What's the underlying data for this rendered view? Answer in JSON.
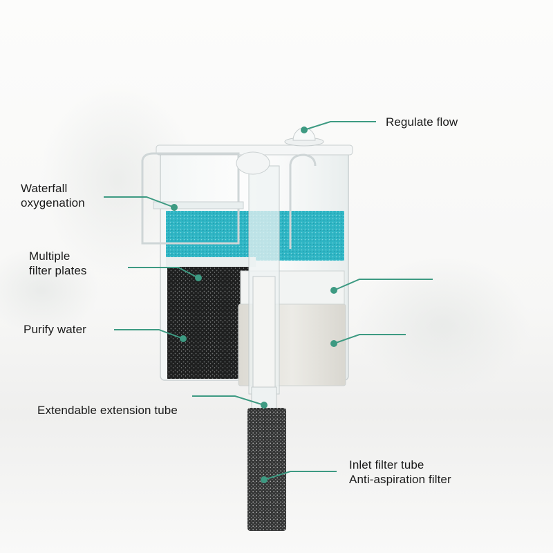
{
  "diagram": {
    "subject": "Hang-on aquarium waterfall filter",
    "leader_color": "#3d9a82",
    "labels": [
      {
        "id": "regulate-flow",
        "text": "Regulate flow"
      },
      {
        "id": "waterfall-oxygenation",
        "line1": "Waterfall",
        "line2": "oxygenation"
      },
      {
        "id": "multiple-filter-plates",
        "line1": "Multiple",
        "line2": "filter plates"
      },
      {
        "id": "purify-water",
        "text": "Purify water"
      },
      {
        "id": "extendable-extension-tube",
        "text": "Extendable extension tube"
      },
      {
        "id": "inlet-filter-tube",
        "line1": "Inlet filter tube",
        "line2": "Anti-aspiration filter"
      }
    ],
    "unlabeled_leaders": 2,
    "colors": {
      "blue_sponge": "#2fb5c4",
      "black_sponge": "#1e1f1f",
      "white_media": "#e4e2dc",
      "grey_inlet_sponge": "#3a3b3b"
    }
  }
}
